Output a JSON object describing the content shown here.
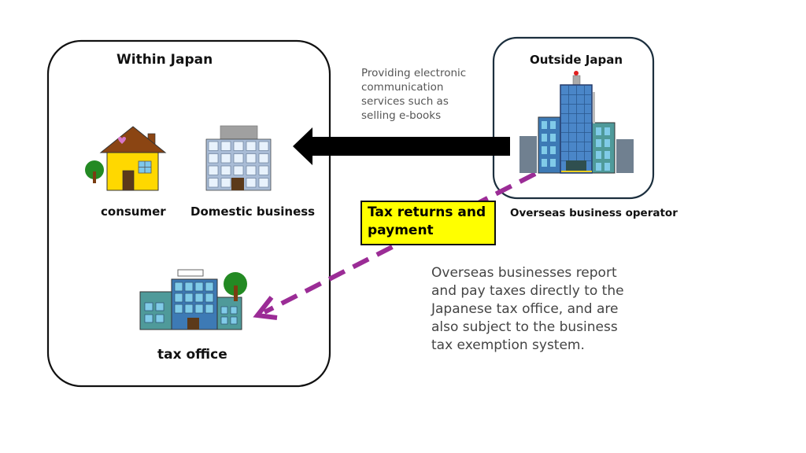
{
  "within_japan": {
    "title": "Within Japan",
    "consumer_label": "consumer",
    "domestic_business_label": "Domestic business",
    "tax_office_label": "tax office"
  },
  "outside_japan": {
    "title": "Outside Japan",
    "operator_label": "Overseas business operator"
  },
  "service_note": "Providing electronic\ncommunication\nservices such as\nselling e-books",
  "tax_label": "Tax returns and\npayment",
  "description": "Overseas businesses report\nand pay taxes directly to the\nJapanese tax office, and are\nalso subject to the business\ntax exemption system.",
  "colors": {
    "dashed_arrow": "#9b2c96",
    "highlight": "#ffff00",
    "service_arrow": "#000000"
  },
  "icons": [
    "house-icon",
    "office-building-icon",
    "tax-office-building-icon",
    "skyscraper-icon"
  ]
}
